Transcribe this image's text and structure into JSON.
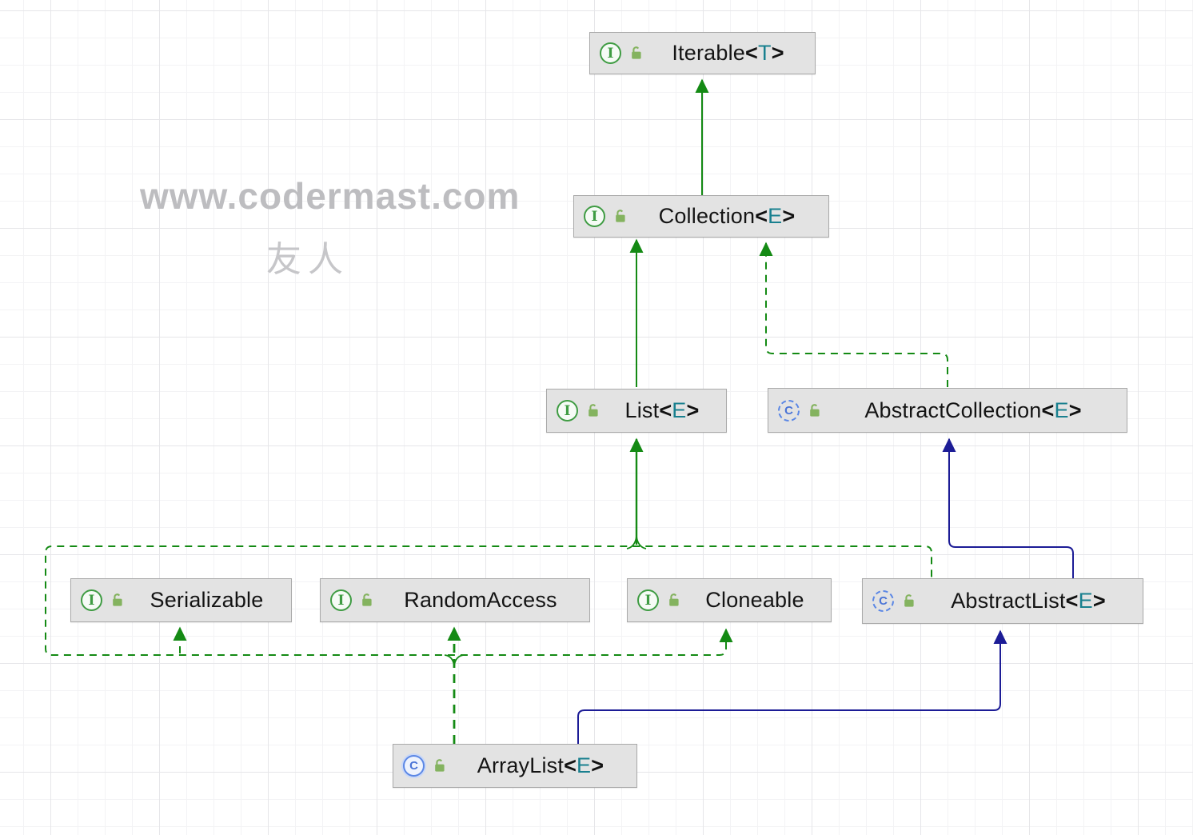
{
  "watermark": {
    "line1": "www.codermast.com",
    "line2": "友人"
  },
  "syntax": {
    "generic_open": "<",
    "generic_close": ">"
  },
  "badges": {
    "interface_letter": "I",
    "class_letter": "C"
  },
  "colors": {
    "edge_green": "#148a14",
    "edge_navy": "#1c1c96",
    "node_fill": "#e3e3e3",
    "node_border": "#a9a9a9",
    "generic_teal": "#19808f",
    "interface_green": "#3f9c43",
    "class_blue": "#5b87e5",
    "lock_green": "#84b35f",
    "watermark_1": "#bdbdc0",
    "watermark_2": "#c6c6c9"
  },
  "nodes": {
    "iterable": {
      "name": "Iterable",
      "generic": "T",
      "kind": "interface"
    },
    "collection": {
      "name": "Collection",
      "generic": "E",
      "kind": "interface"
    },
    "list": {
      "name": "List",
      "generic": "E",
      "kind": "interface"
    },
    "abstract_collection": {
      "name": "AbstractCollection",
      "generic": "E",
      "kind": "abstract-class"
    },
    "serializable": {
      "name": "Serializable",
      "generic": "",
      "kind": "interface"
    },
    "random_access": {
      "name": "RandomAccess",
      "generic": "",
      "kind": "interface"
    },
    "cloneable": {
      "name": "Cloneable",
      "generic": "",
      "kind": "interface"
    },
    "abstract_list": {
      "name": "AbstractList",
      "generic": "E",
      "kind": "abstract-class"
    },
    "array_list": {
      "name": "ArrayList",
      "generic": "E",
      "kind": "class"
    }
  },
  "edges": [
    {
      "from": "Collection",
      "to": "Iterable",
      "relation": "extends",
      "style": "solid-green"
    },
    {
      "from": "List",
      "to": "Collection",
      "relation": "extends",
      "style": "solid-green"
    },
    {
      "from": "AbstractCollection",
      "to": "Collection",
      "relation": "implements",
      "style": "dashed-green"
    },
    {
      "from": "AbstractList",
      "to": "AbstractCollection",
      "relation": "extends",
      "style": "solid-navy"
    },
    {
      "from": "AbstractList",
      "to": "List",
      "relation": "implements",
      "style": "dashed-green"
    },
    {
      "from": "ArrayList",
      "to": "AbstractList",
      "relation": "extends",
      "style": "solid-navy"
    },
    {
      "from": "ArrayList",
      "to": "List",
      "relation": "implements",
      "style": "dashed-green"
    },
    {
      "from": "ArrayList",
      "to": "Serializable",
      "relation": "implements",
      "style": "dashed-green"
    },
    {
      "from": "ArrayList",
      "to": "RandomAccess",
      "relation": "implements",
      "style": "dashed-green"
    },
    {
      "from": "ArrayList",
      "to": "Cloneable",
      "relation": "implements",
      "style": "dashed-green"
    }
  ]
}
